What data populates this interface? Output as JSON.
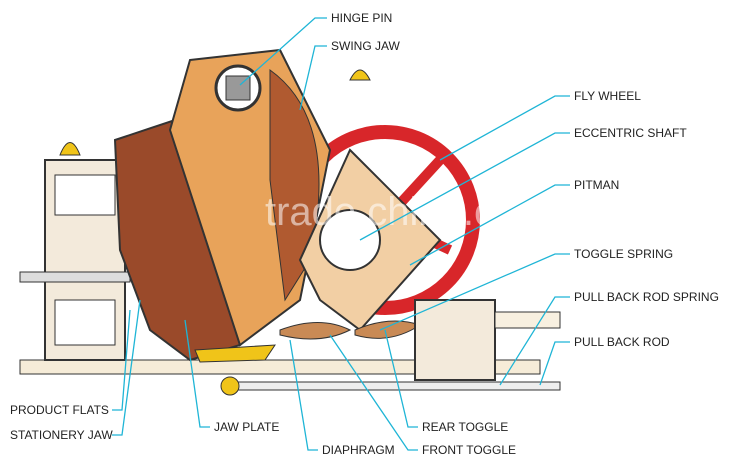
{
  "title": "Jaw Crusher Cross-Section",
  "labels": {
    "hinge_pin": "HINGE PIN",
    "swing_jaw": "SWING JAW",
    "fly_wheel": "FLY WHEEL",
    "eccentric_shaft": "ECCENTRIC SHAFT",
    "pitman": "PITMAN",
    "toggle_spring": "TOGGLE SPRING",
    "pull_back_rod_spring": "PULL BACK ROD SPRING",
    "pull_back_rod": "PULL BACK ROD",
    "product_flats": "PRODUCT FLATS",
    "stationery_jaw": "STATIONERY JAW",
    "jaw_plate": "JAW PLATE",
    "rear_toggle": "REAR TOGGLE",
    "diaphragm": "DIAPHRAGM",
    "front_toggle": "FRONT TOGGLE"
  },
  "watermark": "trade.china.com",
  "colors": {
    "leader": "#1fb5d6",
    "jaw_brown": "#9a4a2a",
    "swing_orange": "#e8a35a",
    "flywheel_red": "#d8262a",
    "pitman_tan": "#f2cfa4",
    "frame_yellow": "#f0c419"
  }
}
